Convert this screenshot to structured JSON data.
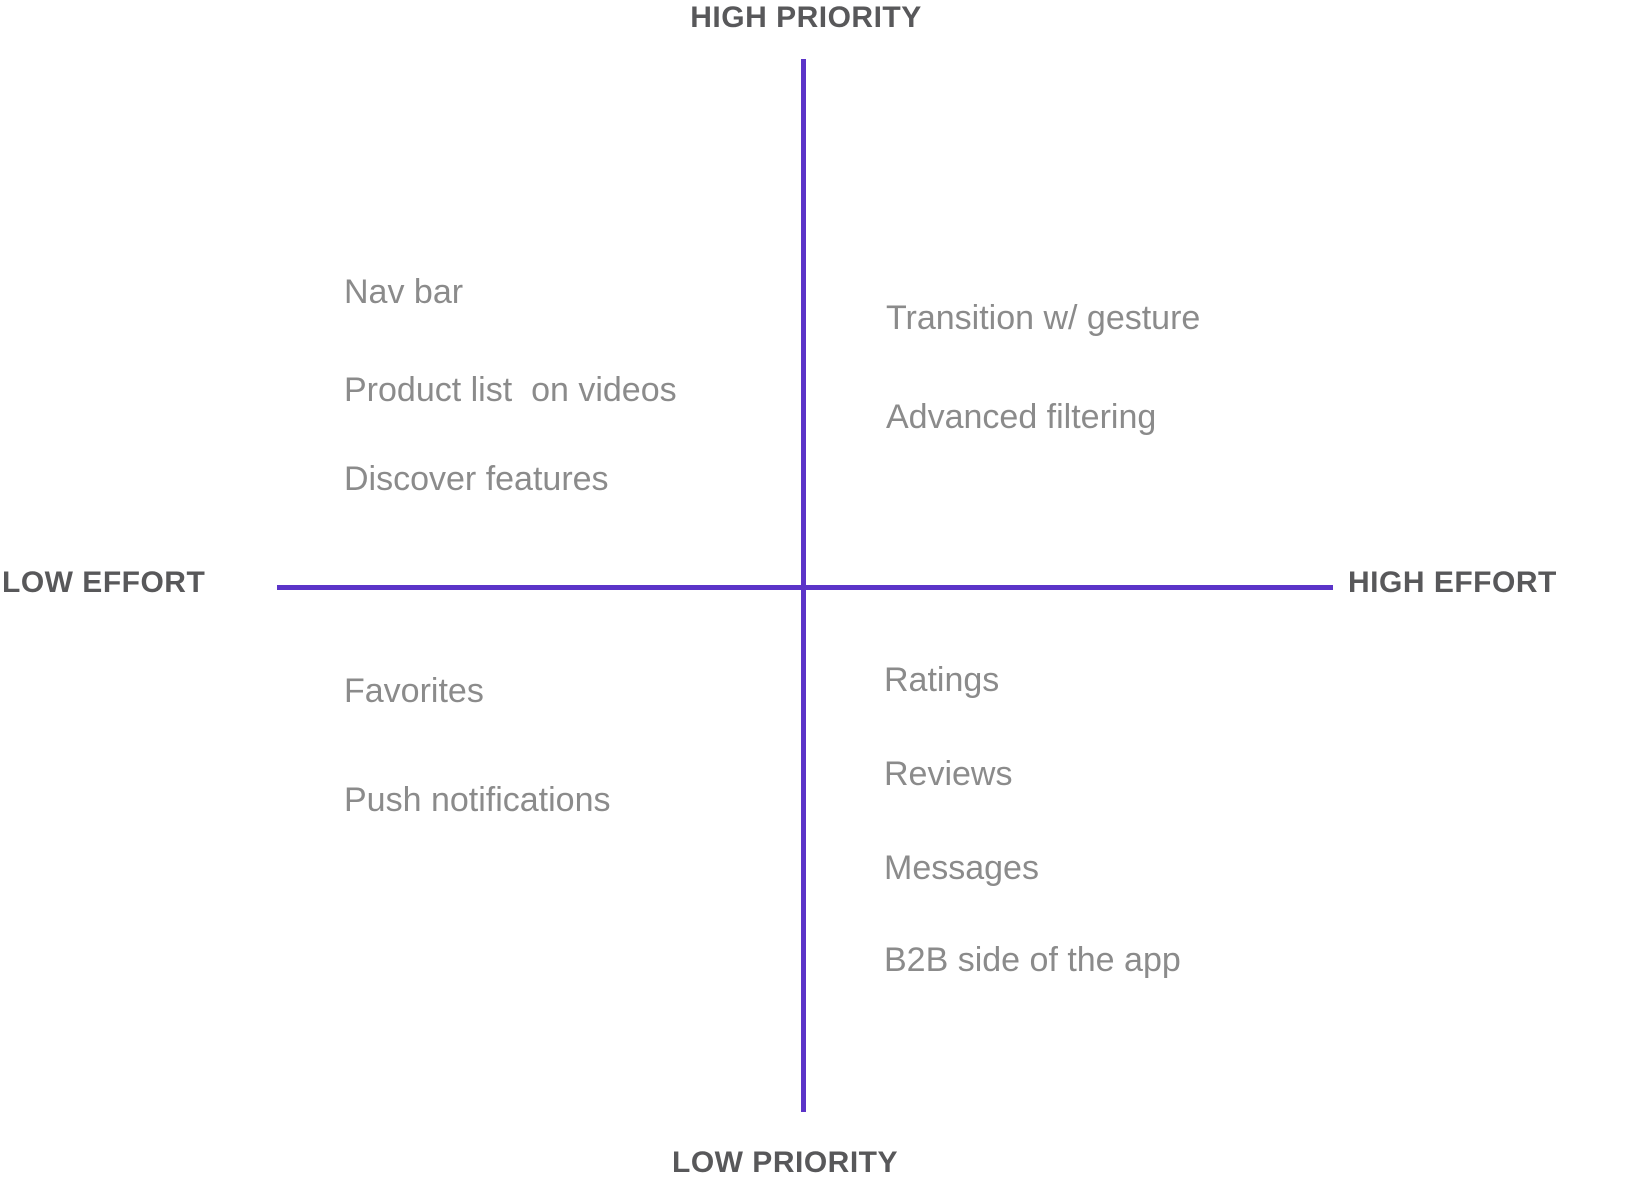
{
  "matrix": {
    "axes": {
      "top": "HIGH PRIORITY",
      "bottom": "LOW PRIORITY",
      "left": "LOW EFFORT",
      "right": "HIGH EFFORT"
    },
    "quadrants": {
      "top_left": {
        "position": "low effort / high priority",
        "items": [
          "Nav bar",
          "Product list  on videos",
          "Discover features"
        ]
      },
      "top_right": {
        "position": "high effort / high priority",
        "items": [
          "Transition w/ gesture",
          "Advanced filtering"
        ]
      },
      "bottom_left": {
        "position": "low effort / low priority",
        "items": [
          "Favorites",
          "Push notifications"
        ]
      },
      "bottom_right": {
        "position": "high effort / low priority",
        "items": [
          "Ratings",
          "Reviews",
          "Messages",
          "B2B side of the app"
        ]
      }
    },
    "colors": {
      "axis_line": "#5b34c8",
      "axis_label_text": "#58585a",
      "item_text": "#8b8b8b",
      "background": "#ffffff"
    }
  }
}
